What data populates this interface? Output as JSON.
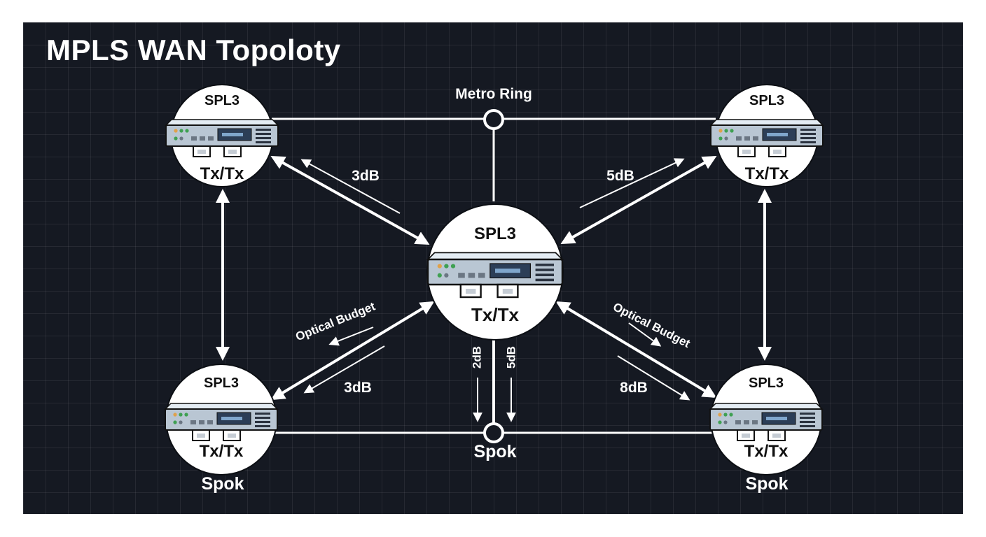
{
  "title": "MPLS WAN Topoloty",
  "nodes": {
    "top_left": {
      "name": "SPL3",
      "port": "Tx/Tx"
    },
    "top_right": {
      "name": "SPL3",
      "port": "Tx/Tx"
    },
    "center": {
      "name": "SPL3",
      "port": "Tx/Tx"
    },
    "bottom_left": {
      "name": "SPL3",
      "port": "Tx/Tx",
      "caption": "Spok"
    },
    "bottom_right": {
      "name": "SPL3",
      "port": "Tx/Tx",
      "caption": "Spok"
    }
  },
  "junctions": {
    "top": "Metro Ring",
    "bottom": "Spok"
  },
  "links": {
    "tl_center": "3dB",
    "tr_center": "5dB",
    "bl_center_budget": "Optical Budget",
    "bl_center": "3dB",
    "br_center_budget": "Optical Budget",
    "br_center": "8dB",
    "center_down_a": "2dB",
    "center_down_b": "5dB"
  },
  "colors": {
    "background": "#151922",
    "node_fill": "#ffffff",
    "device_body": "#b9c6d3",
    "link": "#ffffff"
  }
}
